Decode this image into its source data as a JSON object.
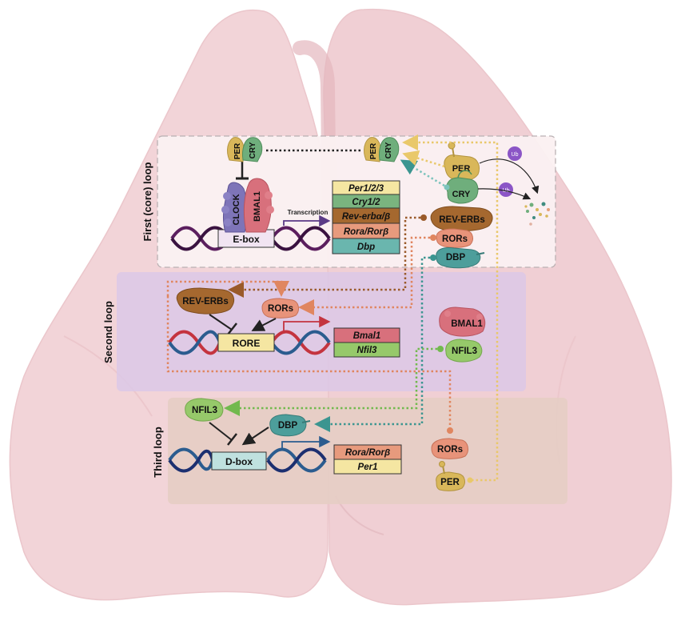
{
  "loops": {
    "first": "First (core) loop",
    "second": "Second loop",
    "third": "Third loop"
  },
  "boxes": {
    "ebox": "E-box",
    "rore": "RORE",
    "dbox": "D-box"
  },
  "transcription": "Transcription",
  "proteins": {
    "per": "PER",
    "cry": "CRY",
    "clock": "CLOCK",
    "bmal1": "BMAL1",
    "rev_erbs": "REV-ERBs",
    "rors": "RORs",
    "dbp": "DBP",
    "nfil3": "NFIL3",
    "ub": "Ub"
  },
  "genes": {
    "first": [
      "Per1/2/3",
      "Cry1/2",
      "Rev-erbα/β",
      "Rora/Rorβ",
      "Dbp"
    ],
    "second": [
      "Bmal1",
      "Nfil3"
    ],
    "third": [
      "Rora/Rorβ",
      "Per1"
    ]
  },
  "colors": {
    "lung": "#f2d4d8",
    "first_loop_bg": "#fbf1f2",
    "second_loop_bg": "#dcc8e6",
    "third_loop_bg": "#e5cdc4",
    "per": "#d9b75a",
    "cry": "#6fae7c",
    "clock": "#7e74b8",
    "bmal1": "#d8707c",
    "rev_erbs": "#a8662c",
    "rors": "#e8937a",
    "dbp": "#4d9e9b",
    "nfil3": "#96c96a",
    "ub": "#8b55c6"
  }
}
